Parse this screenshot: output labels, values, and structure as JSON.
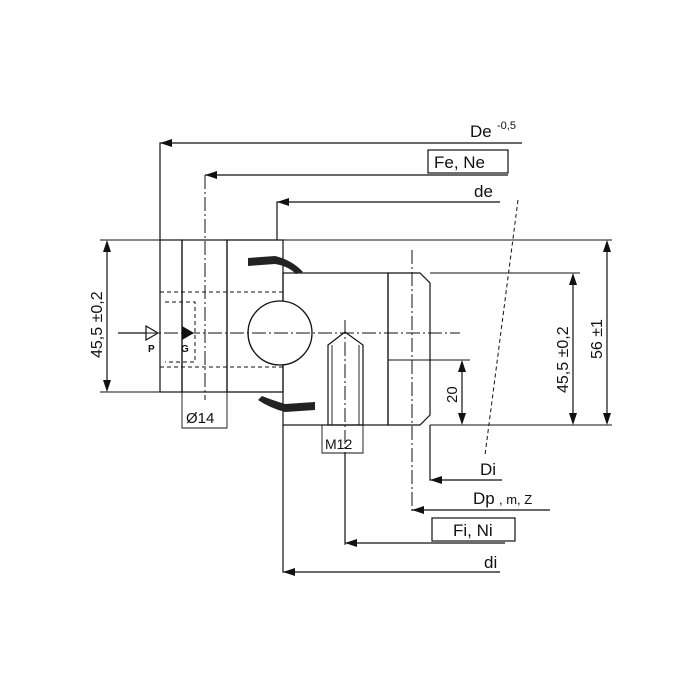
{
  "title": "Slewing ring cross-section drawing",
  "dimensions": {
    "outer_diameter": "De",
    "outer_tolerance": "-0,5",
    "outer_holes": "Fe, Ne",
    "seal_diameter_outer": "de",
    "inner_diameter": "Di",
    "pitch_diameter": "Dp",
    "pitch_suffix": ", m, Z",
    "inner_holes": "Fi, Ni",
    "seal_diameter_inner": "di",
    "outer_ring_height": "45,5 ±0,2",
    "inner_ring_height": "45,5 ±0,2",
    "total_height": "56 ±1",
    "thread_depth": "20",
    "hole_diameter": "Ø14",
    "thread_size": "M12",
    "lube_p": "P",
    "lube_g": "G"
  }
}
